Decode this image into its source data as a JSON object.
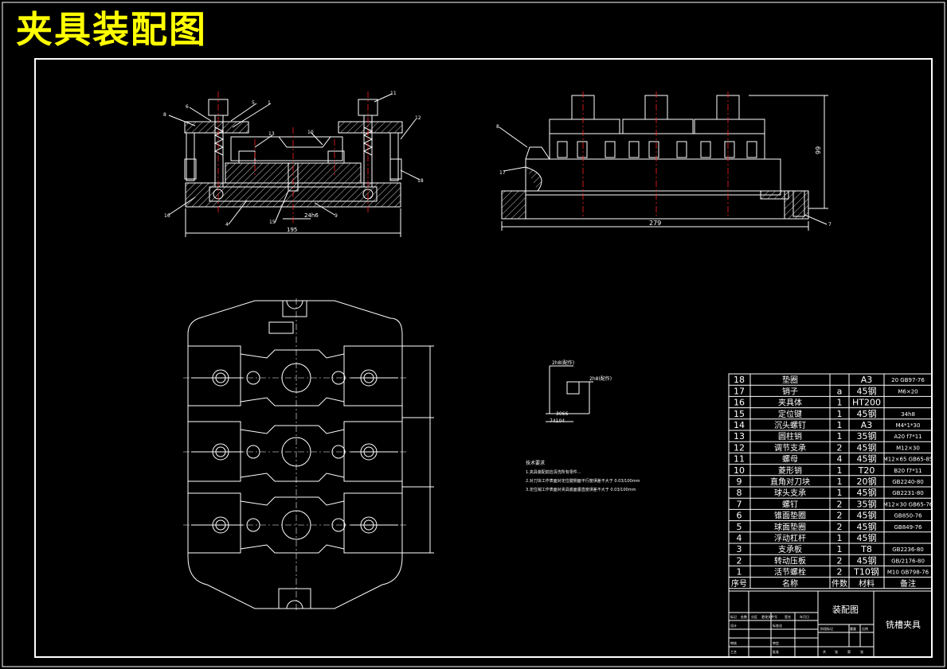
{
  "title": "夹具装配图",
  "side_view": {
    "balloons": [
      "8",
      "6",
      "5",
      "1",
      "11",
      "12",
      "13",
      "16",
      "4",
      "15",
      "9",
      "10",
      "18"
    ],
    "dim_width": "195",
    "dim_fit": "24h6"
  },
  "front_view": {
    "balloons": [
      "8",
      "17",
      "7"
    ],
    "dim_width": "279",
    "dim_height": "99"
  },
  "detail": {
    "labels": [
      "2h8(配作)",
      "2h8(配作)",
      "3066",
      "74104"
    ]
  },
  "notes": {
    "heading": "技术要求",
    "lines": [
      "1.夹具装配前应清洗所有零件...",
      "2.对刀块工作表面对定位键侧面平行度误差不大于 0.03/100mm",
      "3.定位销工作表面对夹具底面垂直度误差不大于 0.03/100mm"
    ]
  },
  "bom": {
    "header": {
      "no": "序号",
      "name": "名称",
      "qty": "件数",
      "material": "材料",
      "remark": "备注"
    },
    "rows": [
      {
        "no": "18",
        "name": "垫圈",
        "qty": "",
        "material": "A3",
        "remark": "20 GB97-76"
      },
      {
        "no": "17",
        "name": "销子",
        "qty": "a",
        "material": "45钢",
        "remark": "M6×20"
      },
      {
        "no": "16",
        "name": "夹具体",
        "qty": "1",
        "material": "HT200",
        "remark": ""
      },
      {
        "no": "15",
        "name": "定位键",
        "qty": "1",
        "material": "45钢",
        "remark": "34h8"
      },
      {
        "no": "14",
        "name": "沉头螺钉",
        "qty": "1",
        "material": "A3",
        "remark": "M4*1*30"
      },
      {
        "no": "13",
        "name": "圆柱销",
        "qty": "1",
        "material": "35钢",
        "remark": "A20 f7*11"
      },
      {
        "no": "12",
        "name": "调节支承",
        "qty": "2",
        "material": "45钢",
        "remark": "M12×30"
      },
      {
        "no": "11",
        "name": "螺母",
        "qty": "4",
        "material": "45钢",
        "remark": "M12×65 GB65-85"
      },
      {
        "no": "10",
        "name": "菱形销",
        "qty": "1",
        "material": "T20",
        "remark": "B20 f7*11"
      },
      {
        "no": "9",
        "name": "直角对刀块",
        "qty": "1",
        "material": "20钢",
        "remark": "GB2240-80"
      },
      {
        "no": "8",
        "name": "球头支承",
        "qty": "1",
        "material": "45钢",
        "remark": "GB2231-80"
      },
      {
        "no": "7",
        "name": "螺钉",
        "qty": "2",
        "material": "35钢",
        "remark": "M12×30 GB65-76"
      },
      {
        "no": "6",
        "name": "锥面垫圈",
        "qty": "2",
        "material": "45钢",
        "remark": "GB850-76"
      },
      {
        "no": "5",
        "name": "球面垫圈",
        "qty": "2",
        "material": "45钢",
        "remark": "GB849-76"
      },
      {
        "no": "4",
        "name": "浮动杠杆",
        "qty": "1",
        "material": "45钢",
        "remark": ""
      },
      {
        "no": "3",
        "name": "支承板",
        "qty": "1",
        "material": "T8",
        "remark": "GB2236-80"
      },
      {
        "no": "2",
        "name": "转动压板",
        "qty": "2",
        "material": "45钢",
        "remark": "GB/2176-80"
      },
      {
        "no": "1",
        "name": "活节螺栓",
        "qty": "2",
        "material": "T10钢",
        "remark": "M10 GB798-76"
      }
    ]
  },
  "title_block": {
    "drawing_name": "装配图",
    "part_name": "铣槽夹具",
    "row_labels": [
      "标记",
      "处数",
      "分区",
      "更改文件号",
      "签名",
      "年月日"
    ],
    "left_labels": [
      "设计",
      "审核",
      "工艺"
    ],
    "mid_labels": [
      "标准化",
      "审定",
      "批准"
    ],
    "stage_labels": [
      "阶段标记",
      "重量",
      "比例"
    ],
    "sheet_labels": [
      "共",
      "张",
      "第",
      "张"
    ]
  },
  "colors": {
    "background": "#000000",
    "lines": "#ffffff",
    "title": "#ffff00",
    "centerline": "#ff2020",
    "hatch": "#ffffff"
  }
}
